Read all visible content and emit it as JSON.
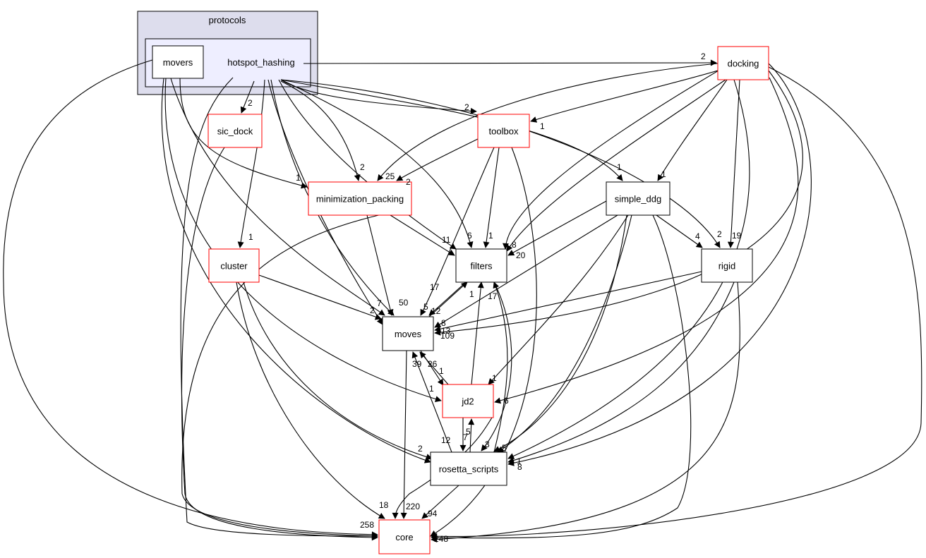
{
  "graph": {
    "cluster": {
      "label": "protocols"
    },
    "focus_dir": {
      "label": "hotspot_hashing"
    },
    "nodes": [
      {
        "id": "movers",
        "label": "movers",
        "style": "plain"
      },
      {
        "id": "docking",
        "label": "docking",
        "style": "red"
      },
      {
        "id": "sic_dock",
        "label": "sic_dock",
        "style": "red"
      },
      {
        "id": "toolbox",
        "label": "toolbox",
        "style": "red"
      },
      {
        "id": "minimization_packing",
        "label": "minimization_packing",
        "style": "red"
      },
      {
        "id": "simple_ddg",
        "label": "simple_ddg",
        "style": "plain"
      },
      {
        "id": "cluster",
        "label": "cluster",
        "style": "red"
      },
      {
        "id": "filters",
        "label": "filters",
        "style": "plain"
      },
      {
        "id": "rigid",
        "label": "rigid",
        "style": "plain"
      },
      {
        "id": "moves",
        "label": "moves",
        "style": "plain"
      },
      {
        "id": "jd2",
        "label": "jd2",
        "style": "red"
      },
      {
        "id": "rosetta_scripts",
        "label": "rosetta_scripts",
        "style": "plain"
      },
      {
        "id": "core",
        "label": "core",
        "style": "red"
      }
    ],
    "edge_labels": [
      {
        "id": "e-hh-docking",
        "text": "2"
      },
      {
        "id": "e-hh-sicdock",
        "text": "2"
      },
      {
        "id": "e-hh-toolbox",
        "text": "2"
      },
      {
        "id": "e-docking-toolbox",
        "text": "1"
      },
      {
        "id": "e-hh-minpack",
        "text": "2"
      },
      {
        "id": "e-movers-minpack",
        "text": "1"
      },
      {
        "id": "e-docking-minpack",
        "text": "25"
      },
      {
        "id": "e-toolbox-minpack",
        "text": "2"
      },
      {
        "id": "e-hh-simpleddg",
        "text": "1"
      },
      {
        "id": "e-docking-simpleddg",
        "text": "1"
      },
      {
        "id": "e-hh-cluster",
        "text": "1"
      },
      {
        "id": "e-hh-rigid",
        "text": "2"
      },
      {
        "id": "e-docking-rigid",
        "text": "19"
      },
      {
        "id": "e-simpleddg-rigid",
        "text": "4"
      },
      {
        "id": "e-minpack-filters",
        "text": "11"
      },
      {
        "id": "e-hh-filters",
        "text": "6"
      },
      {
        "id": "e-toolbox-filters",
        "text": "1"
      },
      {
        "id": "e-docking-filters",
        "text": "8"
      },
      {
        "id": "e-simpleddg-filters",
        "text": "20"
      },
      {
        "id": "e-movers-moves",
        "text": "7"
      },
      {
        "id": "e-cluster-moves",
        "text": "2"
      },
      {
        "id": "e-minpack-moves",
        "text": "50"
      },
      {
        "id": "e-toolbox-moves",
        "text": "5"
      },
      {
        "id": "e-filters-moves",
        "text": "12"
      },
      {
        "id": "e-moves-filters",
        "text": "17"
      },
      {
        "id": "e-jd2-filters",
        "text": "1"
      },
      {
        "id": "e-rs-filters",
        "text": "17"
      },
      {
        "id": "e-simpleddg-moves",
        "text": "8"
      },
      {
        "id": "e-rigid-moves",
        "text": "13"
      },
      {
        "id": "e-docking-moves",
        "text": "109"
      },
      {
        "id": "e-jd2-moves",
        "text": "26"
      },
      {
        "id": "e-rs-moves",
        "text": "39"
      },
      {
        "id": "e-moves-jd2",
        "text": "1"
      },
      {
        "id": "e-movers-jd2",
        "text": "1"
      },
      {
        "id": "e-simpleddg-jd2",
        "text": "1"
      },
      {
        "id": "e-docking-jd2",
        "text": "6"
      },
      {
        "id": "e-rs-jd2",
        "text": "5"
      },
      {
        "id": "e-jd2-rs",
        "text": "7"
      },
      {
        "id": "e-cluster-rs",
        "text": "12"
      },
      {
        "id": "e-movers-rs",
        "text": "2"
      },
      {
        "id": "e-filters-rs",
        "text": "3"
      },
      {
        "id": "e-simpleddg-rs",
        "text": "5"
      },
      {
        "id": "e-rigid-rs",
        "text": "1"
      },
      {
        "id": "e-docking-rs",
        "text": "8"
      },
      {
        "id": "e-cluster-core",
        "text": "18"
      },
      {
        "id": "e-moves-core",
        "text": "220"
      },
      {
        "id": "e-rs-core",
        "text": "94"
      },
      {
        "id": "e-movers-core",
        "text": "258"
      },
      {
        "id": "e-right-core",
        "text": "248"
      }
    ]
  }
}
